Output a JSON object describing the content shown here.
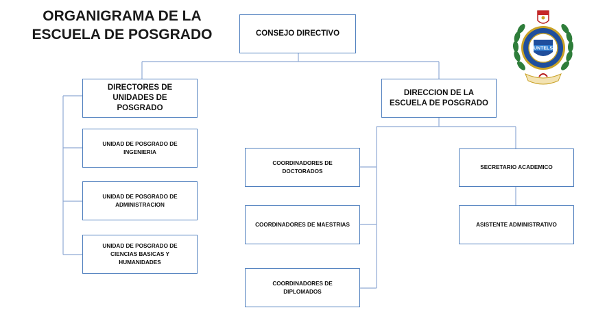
{
  "title": {
    "line1": "ORGANIGRAMA DE LA",
    "line2": "ESCUELA DE POSGRADO"
  },
  "nodes": {
    "consejo": "CONSEJO DIRECTIVO",
    "directores": {
      "line1": "DIRECTORES DE",
      "line2": "UNIDADES DE",
      "line3": "POSGRADO"
    },
    "direccion": {
      "line1": "DIRECCION DE LA",
      "line2": "ESCUELA DE POSGRADO"
    },
    "ingenieria": {
      "line1": "UNIDAD DE POSGRADO DE",
      "line2": "INGENIERIA"
    },
    "administracion": {
      "line1": "UNIDAD DE POSGRADO DE",
      "line2": "ADMINISTRACION"
    },
    "ciencias": {
      "line1": "UNIDAD DE POSGRADO DE",
      "line2": "CIENCIAS BASICAS Y",
      "line3": "HUMANIDADES"
    },
    "doctorados": {
      "line1": "COORDINADORES DE",
      "line2": "DOCTORADOS"
    },
    "maestrias": "COORDINADORES DE MAESTRIAS",
    "diplomados": {
      "line1": "COORDINADORES DE",
      "line2": "DIPLOMADOS"
    },
    "secretario": "SECRETARIO ACADEMICO",
    "asistente": "ASISTENTE ADMINISTRATIVO"
  },
  "logo": {
    "text": "UNTELS"
  },
  "colors": {
    "box_border": "#4f7fbe",
    "connector": "#8fa9d4",
    "logo_blue": "#1f4e9c",
    "logo_gold": "#c9a227"
  }
}
